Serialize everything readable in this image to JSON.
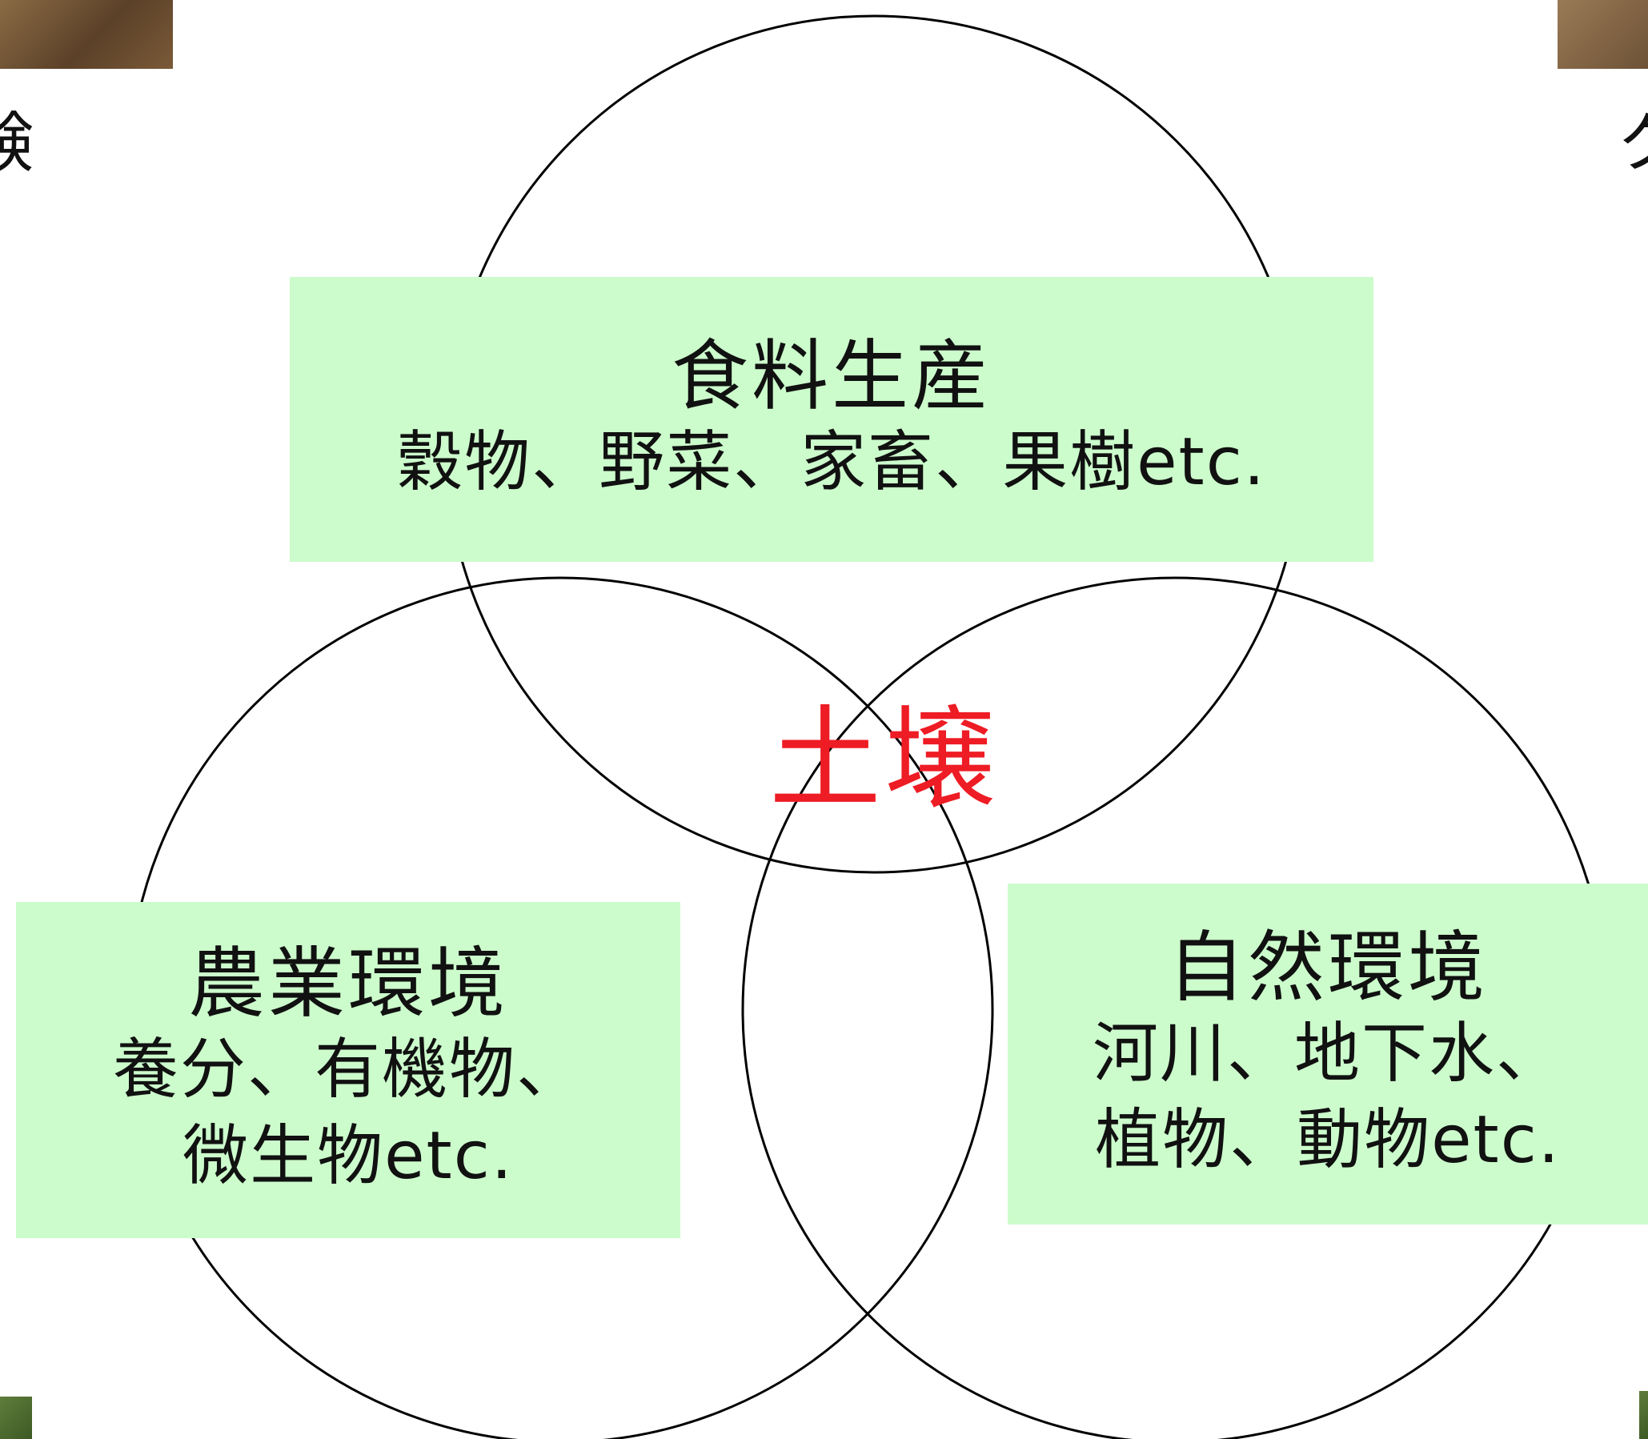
{
  "edge_text": {
    "left": "験",
    "right": "ク"
  },
  "center": {
    "label": "土壌",
    "color": "#ee1c24"
  },
  "food": {
    "title": "食料生産",
    "items": "穀物、野菜、家畜、果樹etc."
  },
  "agriculture": {
    "title": "農業環境",
    "items_line1": "養分、有機物、",
    "items_line2": "微生物etc."
  },
  "nature": {
    "title": "自然環境",
    "items_line1": "河川、地下水、",
    "items_line2": "植物、動物etc."
  },
  "colors": {
    "box_fill": "#ccfccc",
    "circle_stroke": "#000000"
  }
}
